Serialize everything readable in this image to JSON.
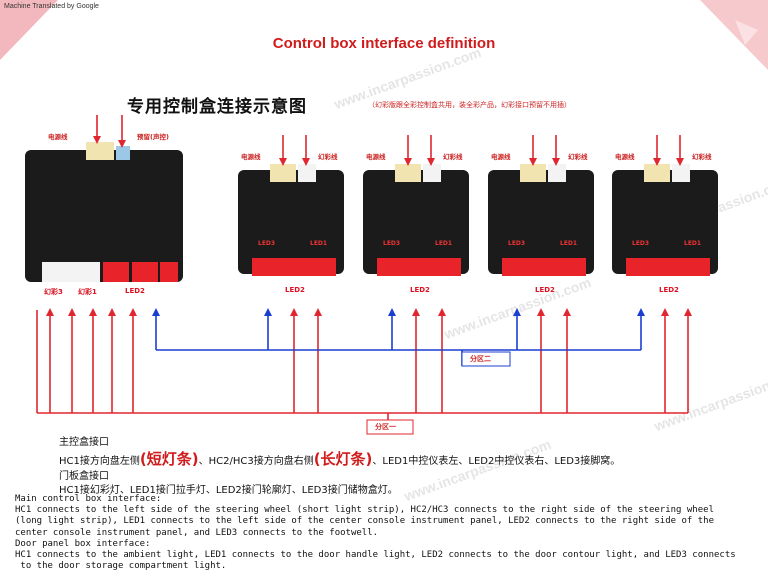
{
  "header": {
    "machine_translated": "Machine Translated by Google",
    "title": "Control box interface definition"
  },
  "diagram": {
    "cn_title": "专用控制盒连接示意图",
    "cn_note": "（幻彩版跟全彩控制盒共用，装全彩产品，幻彩接口预留不用插）",
    "main_box": {
      "power": "电源线",
      "reserved": "预留(声控)",
      "port_huancai3": "幻彩3",
      "port_huancai1": "幻彩1",
      "port_led2": "LED2"
    },
    "door_box": {
      "power": "电源线",
      "huancai": "幻彩线",
      "led3": "LED3",
      "led1": "LED1",
      "led2": "LED2"
    },
    "zone2": "分区二",
    "zone1": "分区一",
    "watermark": "www.incarpassion.com"
  },
  "description": {
    "main_heading": "主控盒接口",
    "main_text_a": "HC1接方向盘左侧",
    "main_big_a": "(短灯条)",
    "main_text_b": "、HC2/HC3接方向盘右侧",
    "main_big_b": "(长灯条)",
    "main_text_c": "、LED1中控仪表左、LED2中控仪表右、LED3接脚窝。",
    "door_heading": "门板盒接口",
    "door_text": "HC1接幻彩灯、LED1接门拉手灯、LED2接门轮廓灯、LED3接门储物盒灯。"
  },
  "english": {
    "line1": "Main control box interface:",
    "line2": "HC1 connects to the left side of the steering wheel (short light strip), HC2/HC3 connects to the right side of the steering wheel",
    "line3": "(long light strip), LED1 connects to the left side of the center console instrument panel, LED2 connects to the right side of the",
    "line4": "center console instrument panel, and LED3 connects to the footwell.",
    "line5": "Door panel box interface:",
    "line6": "HC1 connects to the ambient light, LED1 connects to the door handle light, LED2 connects to the door contour light, and LED3 connects",
    "line7": " to the door storage compartment light."
  },
  "colors": {
    "red": "#e0262f",
    "blue": "#1a3fd0",
    "box": "#1b1b1b"
  }
}
